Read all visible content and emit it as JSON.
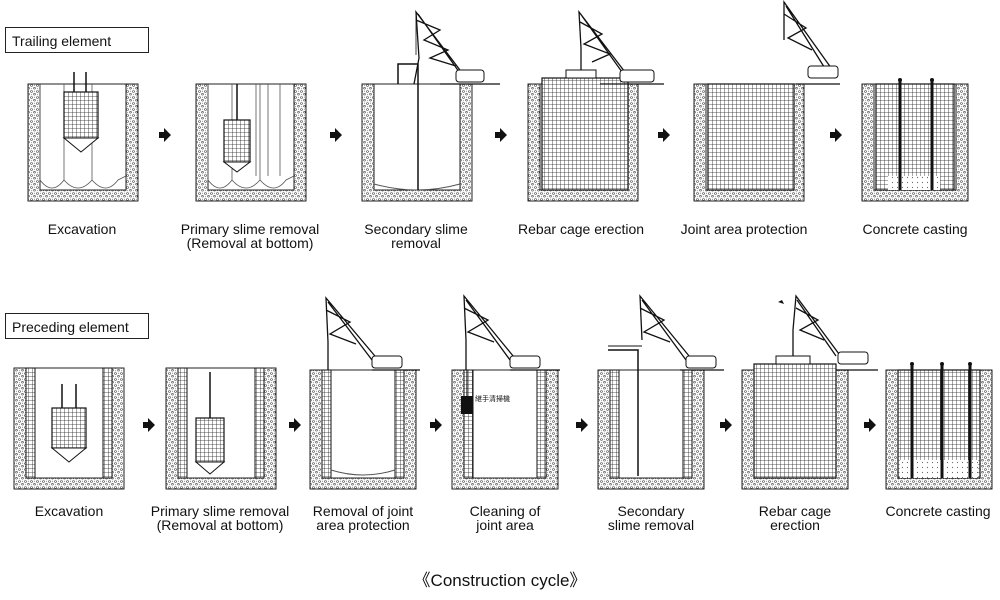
{
  "rows": [
    {
      "label": "Trailing element",
      "steps": [
        {
          "caption": "Excavation"
        },
        {
          "caption": "Primary slime removal\n(Removal at bottom)"
        },
        {
          "caption": "Secondary slime\nremoval"
        },
        {
          "caption": "Rebar cage erection"
        },
        {
          "caption": "Joint area protection"
        },
        {
          "caption": "Concrete casting"
        }
      ]
    },
    {
      "label": "Preceding element",
      "steps": [
        {
          "caption": "Excavation"
        },
        {
          "caption": "Primary slime removal\n(Removal at bottom)"
        },
        {
          "caption": "Removal of joint\narea protection"
        },
        {
          "caption": "Cleaning of\njoint area"
        },
        {
          "caption": "Secondary\nslime removal"
        },
        {
          "caption": "Rebar cage\nerection"
        },
        {
          "caption": "Concrete casting"
        }
      ]
    }
  ],
  "inset_text": "継手清掃機",
  "footer": "《Construction cycle》"
}
